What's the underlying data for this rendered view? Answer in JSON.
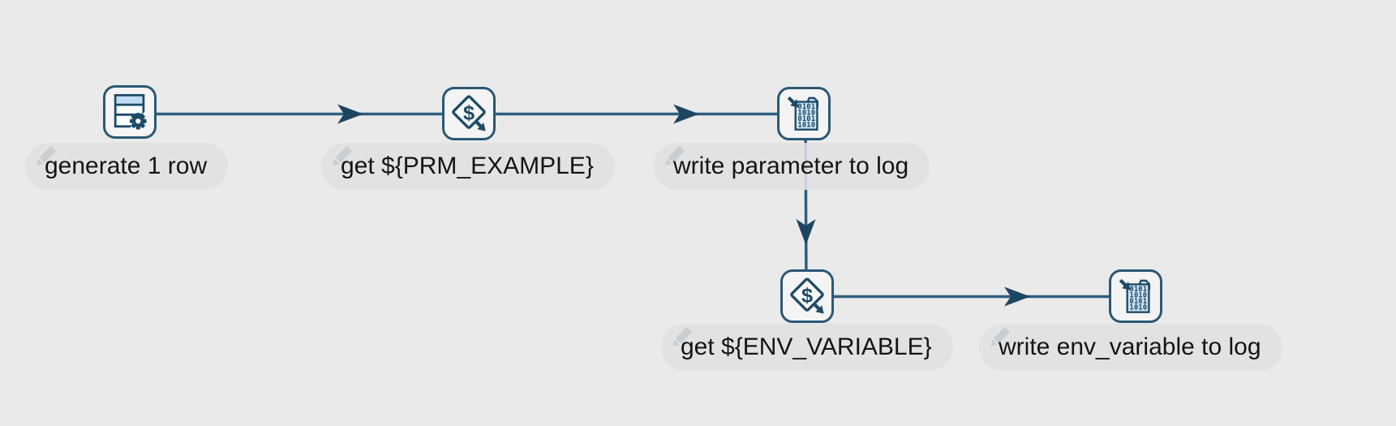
{
  "canvas": {
    "background": "#eaeaea",
    "accent_color": "#2b5876",
    "arrow_color": "#1c4560",
    "label_background": "#e1e1e1"
  },
  "nodes": [
    {
      "label": "generate 1 row",
      "icon": "data-grid-icon"
    },
    {
      "label": "get ${PRM_EXAMPLE}",
      "icon": "get-variables-icon"
    },
    {
      "label": "write parameter to log",
      "icon": "write-to-log-icon"
    },
    {
      "label": "get ${ENV_VARIABLE}",
      "icon": "get-variables-icon"
    },
    {
      "label": "write env_variable to log",
      "icon": "write-to-log-icon"
    }
  ],
  "hops": [
    {
      "from": "generate 1 row",
      "to": "get ${PRM_EXAMPLE}"
    },
    {
      "from": "get ${PRM_EXAMPLE}",
      "to": "write parameter to log"
    },
    {
      "from": "write parameter to log",
      "to": "get ${ENV_VARIABLE}"
    },
    {
      "from": "get ${ENV_VARIABLE}",
      "to": "write env_variable to log"
    }
  ],
  "glyphs": {
    "dollar": "$",
    "binary_rows": [
      "0101",
      "1010",
      "0101",
      "1010"
    ]
  }
}
